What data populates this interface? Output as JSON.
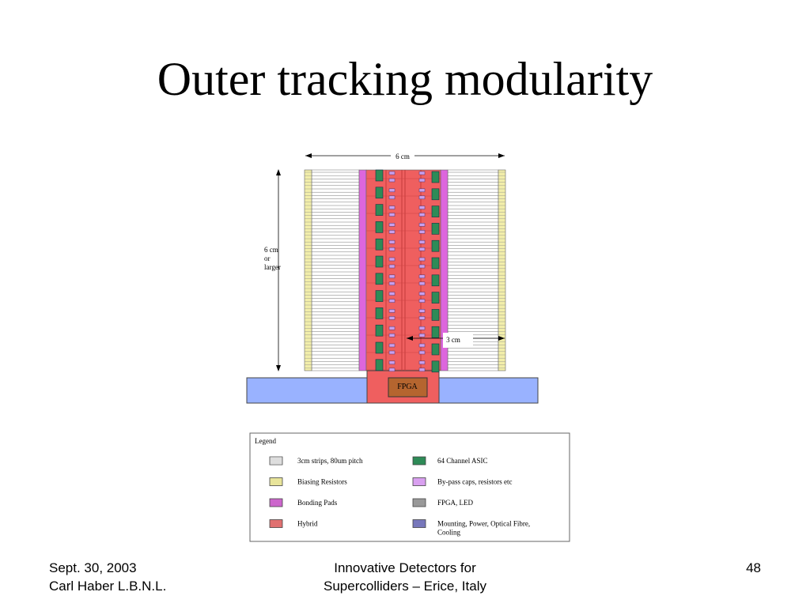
{
  "slide": {
    "title": "Outer tracking modularity"
  },
  "diagram": {
    "width_label": "6 cm",
    "height_label_lines": [
      "6 cm",
      "or",
      "larger"
    ],
    "half_width_label": "3 cm",
    "fpga_label": "FPGA"
  },
  "legend": {
    "title": "Legend",
    "items": [
      {
        "label": "3cm strips, 80um pitch",
        "color": "#ffffff",
        "pattern": "strips"
      },
      {
        "label": "64 Channel ASIC",
        "color": "#2e8b57"
      },
      {
        "label": "Biasing Resistors",
        "color": "#e8e49a"
      },
      {
        "label": "By-pass caps, resistors etc",
        "color": "#d9a0f0"
      },
      {
        "label": "Bonding Pads",
        "color": "#cc66cc"
      },
      {
        "label": "FPGA, LED",
        "color": "#999999"
      },
      {
        "label": "Hybrid",
        "color": "#e07070"
      },
      {
        "label": "Mounting, Power, Optical Fibre, Cooling",
        "color": "#7777bb"
      }
    ]
  },
  "colors": {
    "strip_region": "#ffffff",
    "bias": "#f2eeaa",
    "bonding": "#dd66dd",
    "hybrid": "#ef5f5f",
    "asic": "#2e8b57",
    "caps": "#c9a0ee",
    "fpga": "#b5652f",
    "mount": "#99b2ff"
  },
  "footer": {
    "left_line1": "Sept. 30, 2003",
    "left_line2": "Carl Haber  L.B.N.L.",
    "center_line1": "Innovative Detectors for",
    "center_line2": "Supercolliders – Erice, Italy",
    "page": "48"
  }
}
